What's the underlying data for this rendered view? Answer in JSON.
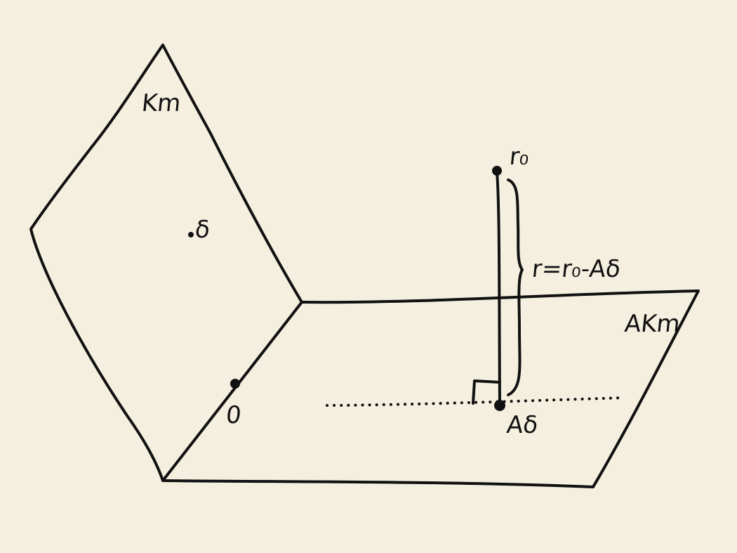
{
  "labels": {
    "plane_upper": "Km",
    "plane_lower": "AKm",
    "point_delta": "δ",
    "point_origin": "0",
    "point_r0": "r₀",
    "brace_formula": "r=r₀-Aδ",
    "point_adelta": "Aδ"
  },
  "colors": {
    "background": "#f5efdf",
    "ink": "#111111"
  }
}
